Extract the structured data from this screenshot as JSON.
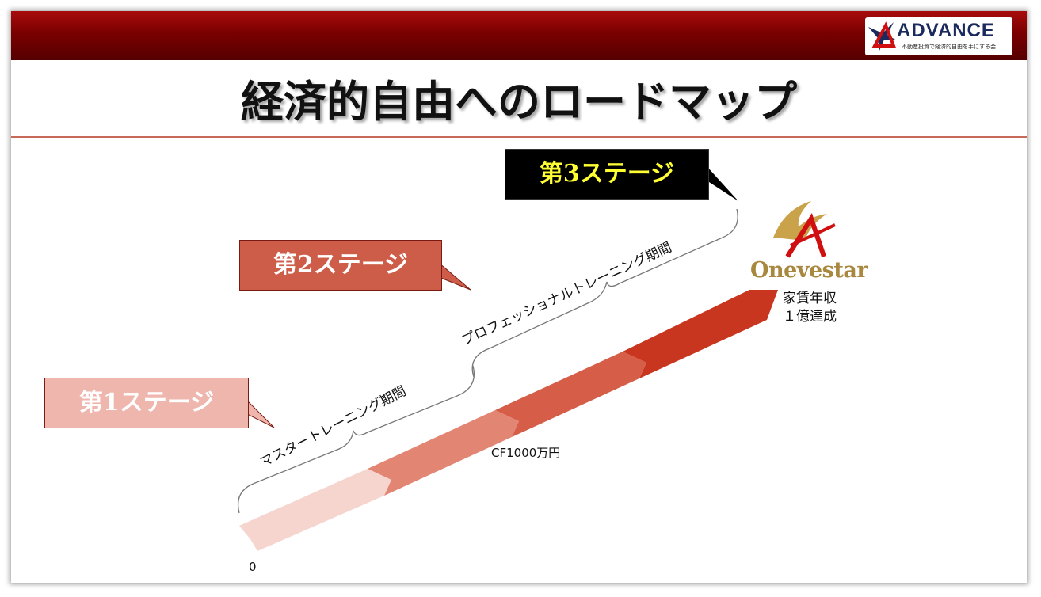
{
  "header": {
    "logo_text": "ADVANCE",
    "logo_subtext": "不動産投資で経済的自由を手にする会"
  },
  "page_title": "経済的自由へのロードマップ",
  "stages": [
    {
      "label": "第1ステージ"
    },
    {
      "label": "第2ステージ"
    },
    {
      "label": "第3ステージ"
    }
  ],
  "periods": [
    {
      "label": "マスタートレーニング期間"
    },
    {
      "label": "プロフェッショナルトレーニング期間"
    }
  ],
  "milestones": {
    "start": "0",
    "middle": "CF1000万円",
    "goal_line1": "家賃年収",
    "goal_line2": "１億達成"
  },
  "brand": {
    "name": "Onevestar"
  },
  "colors": {
    "header_dark": "#7a0000",
    "stage1": "#efb6ad",
    "stage2": "#cd5c48",
    "stage3": "#000000",
    "stage3_text": "#ffff33",
    "brand_gold": "#a8873f",
    "logo_red": "#d01010"
  }
}
